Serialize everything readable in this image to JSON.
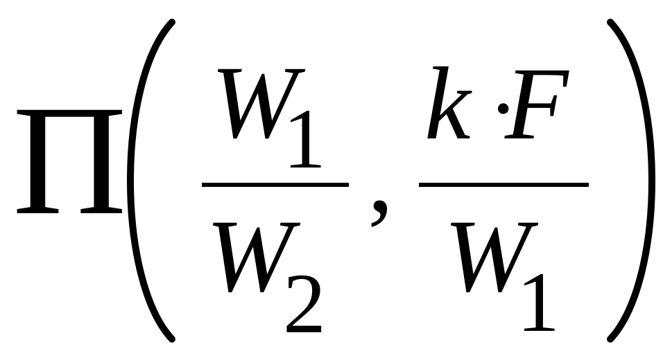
{
  "formula": {
    "operator": "Π",
    "first_fraction": {
      "numerator": {
        "symbol": "W",
        "subscript": "1"
      },
      "denominator": {
        "symbol": "W",
        "subscript": "2"
      }
    },
    "separator": ",",
    "second_fraction": {
      "numerator": {
        "left": "k",
        "dot": "·",
        "right": "F"
      },
      "denominator": {
        "symbol": "W",
        "subscript": "1"
      }
    }
  }
}
